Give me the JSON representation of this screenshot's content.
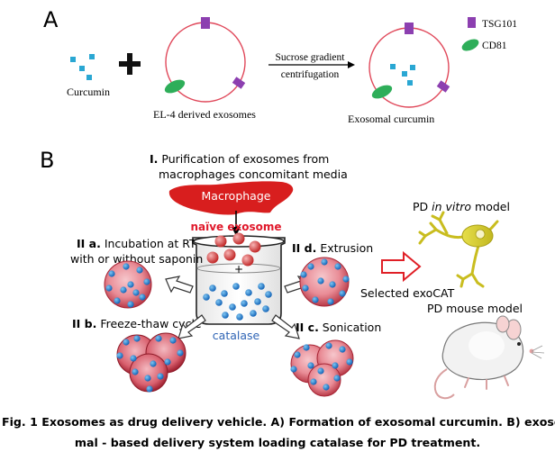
{
  "panels": {
    "a": "A",
    "b": "B"
  },
  "panel_a": {
    "curcumin": "Curcumin",
    "exosomes": "EL-4 derived exosomes",
    "process_line1": "Sucrose gradient",
    "process_line2": "centrifugation",
    "product": "Exosomal curcumin",
    "legend_tsg101": "TSG101",
    "legend_cd81": "CD81"
  },
  "panel_b": {
    "step1_num": "I.",
    "step1_line1": " Purification of exosomes from",
    "step1_line2": "macrophages concomitant media",
    "macrophage": "Macrophage",
    "naive": "naïve exosome",
    "plus": "+",
    "catalase": "catalase",
    "iia_num": "II a.",
    "iia_line1": " Incubation at RT",
    "iia_line2": "with or without saponin",
    "iib_num": "II b.",
    "iib_text": " Freeze-thaw cycle",
    "iic_num": "II c.",
    "iic_text": " Sonication",
    "iid_num": "II d.",
    "iid_text": " Extrusion",
    "selected": "Selected exoCAT",
    "pd_vitro_pre": "PD ",
    "pd_vitro_italic": "in vitro",
    "pd_vitro_post": " model",
    "pd_mouse": "PD mouse model"
  },
  "colors": {
    "membrane": "#e0485a",
    "tsg101": "#8c3fb0",
    "cd81": "#2eae59",
    "curcumin": "#2aa7d3",
    "macrophage": "#d81e1e",
    "catalase": "#2f64b5",
    "naive_exosome_text": "#e0192b",
    "selected_arrow": "#e01f26"
  },
  "caption": {
    "line1": "Fig. 1 Exosomes as drug delivery vehicle. A) Formation of exosomal curcumin. B) exoso",
    "line2": "mal - based delivery system loading catalase for PD treatment."
  }
}
